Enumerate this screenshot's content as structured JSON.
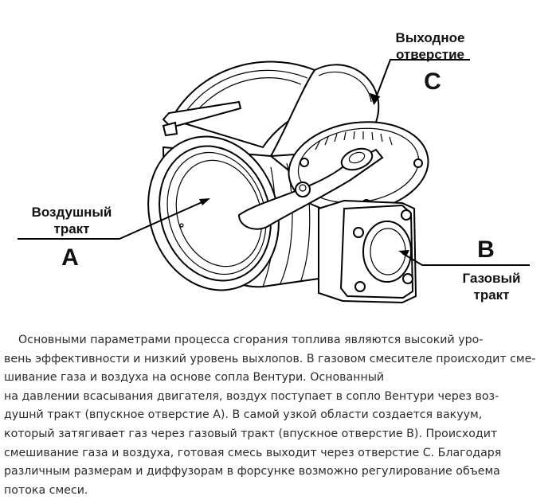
{
  "diagram": {
    "label_c": {
      "name_line1": "Выходное",
      "name_line2": "отверстие",
      "letter": "C"
    },
    "label_a": {
      "name_line1": "Воздушный",
      "name_line2": "тракт",
      "letter": "A"
    },
    "label_b": {
      "letter": "B",
      "name_line1": "Газовый",
      "name_line2": "тракт"
    }
  },
  "caption": {
    "lines": [
      "Основными параметрами процесса сгорания топлива являются высокий уро-",
      "вень эффективности и низкий уровень выхлопов. В газовом смесителе происходит сме-",
      "шивание газа и воздуха на основе сопла Вентури. Основанный",
      "на давлении всасывания двигателя, воздух поступает в сопло Вентури через воз-",
      "душнй тракт (впускное отверстие А). В самой узкой области создается вакуум,",
      "который затягивает газ через газовый тракт (впускное отверстие В). Происходит",
      "смешивание газа и воздуха, готовая смесь выходит через отверстие С. Благодаря",
      "различным размерам и диффузорам в форсунке возможно регулирование объема",
      "потока смеси."
    ]
  }
}
